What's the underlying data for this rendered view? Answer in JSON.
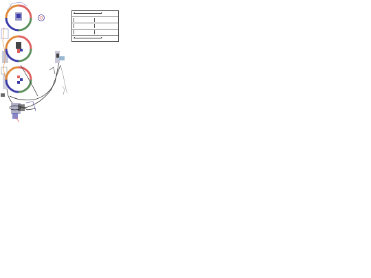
{
  "diagram": {
    "rings": [
      {
        "id": "ring-1",
        "segments": [
          "#e06060",
          "#5b8f5b",
          "#3a3aa8",
          "#e08a3a"
        ]
      },
      {
        "id": "ring-2",
        "segments": [
          "#e06060",
          "#5b8f5b",
          "#3a3aa8",
          "#e08a3a"
        ]
      },
      {
        "id": "ring-3",
        "segments": [
          "#e06060",
          "#5b8f5b",
          "#3a3aa8",
          "#e08a3a"
        ]
      }
    ],
    "small_marker_colors": [
      "#e06060",
      "#3a3aa8"
    ],
    "connector_color": "#222222",
    "glyph_colors": [
      "#3a3aa8",
      "#6a6ad0",
      "#888888",
      "#e06060"
    ]
  },
  "legend": {
    "rows": [
      {
        "type": "arrow"
      },
      {
        "type": "cells"
      },
      {
        "type": "cells"
      },
      {
        "type": "cells"
      },
      {
        "type": "arrow"
      }
    ]
  }
}
